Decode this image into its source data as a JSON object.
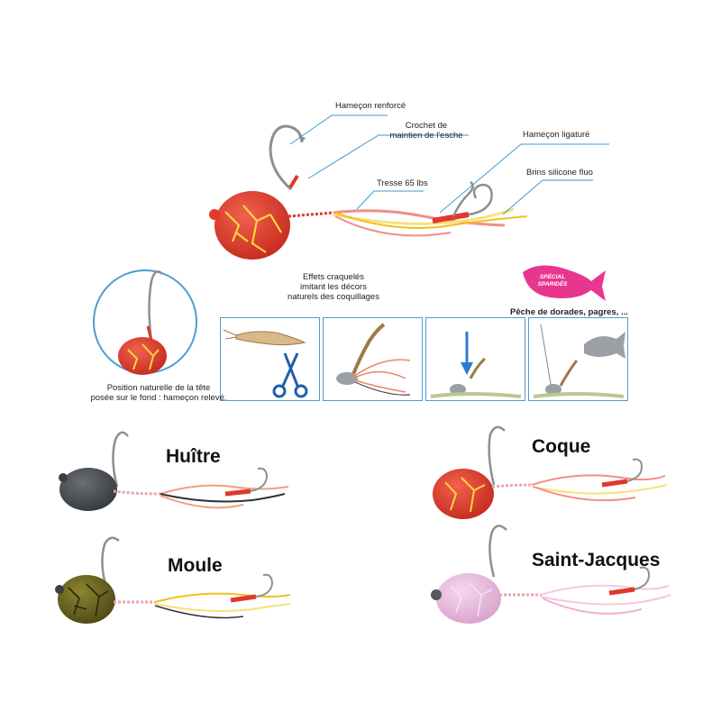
{
  "callouts": {
    "hook": "Hameçon renforcé",
    "clip_line1": "Crochet de",
    "clip_line2": "maintien de l'esche",
    "assist_hook": "Hameçon ligaturé",
    "braid": "Tresse 65 lbs",
    "silicone": "Brins silicone fluo"
  },
  "crackle": {
    "line1": "Effets craquelés",
    "line2": "imitant les décors",
    "line3": "naturels des coquillages"
  },
  "badge": {
    "line1": "SPÉCIAL",
    "line2": "SPARIDÉS"
  },
  "target": "Pêche de dorades, pagres, ...",
  "position": {
    "line1": "Position naturelle de la tête",
    "line2": "posée sur le fond : hameçon relevé."
  },
  "variants": [
    {
      "name": "Huître",
      "color": "#4a4d52"
    },
    {
      "name": "Coque",
      "color": "#e0392b"
    },
    {
      "name": "Moule",
      "color": "#6a6420"
    },
    {
      "name": "Saint-Jacques",
      "color": "#e9b9dc"
    }
  ],
  "colors": {
    "accent_blue": "#3d9ad1",
    "main_head": "#e0392b",
    "crackle": "#f6d63a",
    "badge": "#e8368f"
  }
}
